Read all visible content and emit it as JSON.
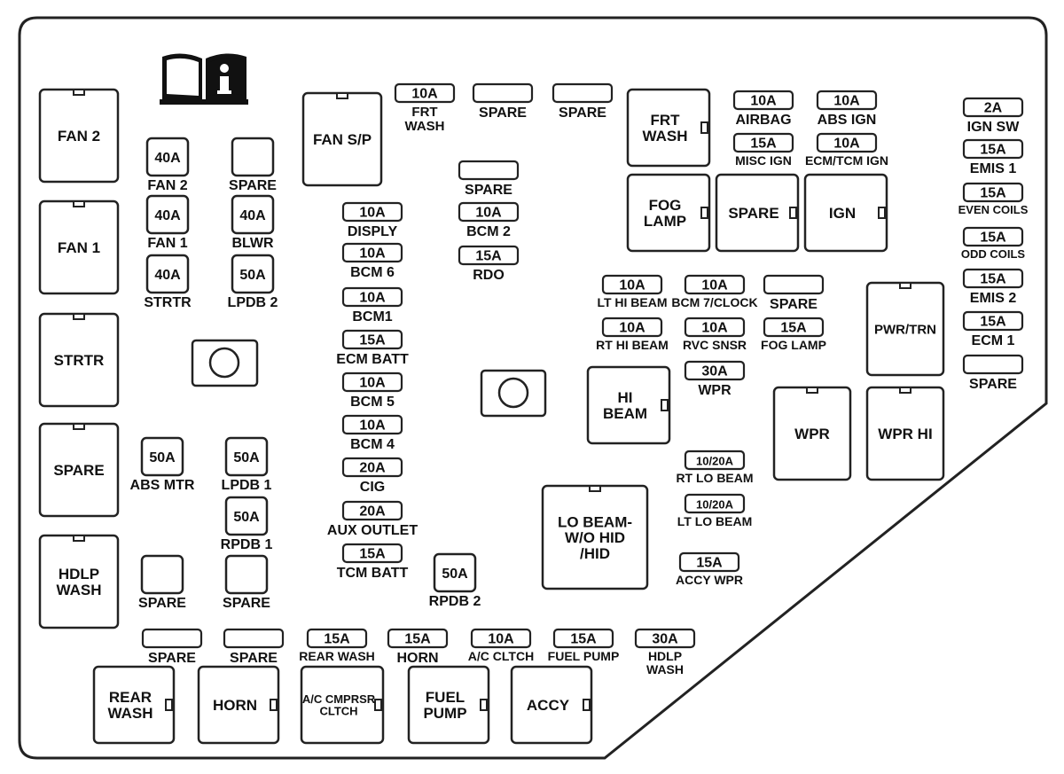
{
  "relays": [
    {
      "id": "fan2",
      "lines": [
        "FAN 2"
      ]
    },
    {
      "id": "fan1",
      "lines": [
        "FAN 1"
      ]
    },
    {
      "id": "strtr",
      "lines": [
        "STRTR"
      ]
    },
    {
      "id": "spare",
      "lines": [
        "SPARE"
      ]
    },
    {
      "id": "hdlp_wash",
      "lines": [
        "HDLP",
        "WASH"
      ]
    },
    {
      "id": "fan_sp",
      "lines": [
        "FAN S/P"
      ]
    },
    {
      "id": "frt_wash",
      "lines": [
        "FRT",
        "WASH"
      ]
    },
    {
      "id": "fog_lamp",
      "lines": [
        "FOG",
        "LAMP"
      ]
    },
    {
      "id": "spare_mid",
      "lines": [
        "SPARE"
      ]
    },
    {
      "id": "ign",
      "lines": [
        "IGN"
      ]
    },
    {
      "id": "pwr_trn",
      "lines": [
        "PWR/TRN"
      ]
    },
    {
      "id": "hi_beam",
      "lines": [
        "HI",
        "BEAM"
      ]
    },
    {
      "id": "wpr",
      "lines": [
        "WPR"
      ]
    },
    {
      "id": "wpr_hi",
      "lines": [
        "WPR HI"
      ]
    },
    {
      "id": "lo_beam",
      "lines": [
        "LO BEAM-",
        "W/O HID",
        "/HID"
      ]
    },
    {
      "id": "rear_wash",
      "lines": [
        "REAR",
        "WASH"
      ]
    },
    {
      "id": "horn",
      "lines": [
        "HORN"
      ]
    },
    {
      "id": "ac_cmprsr",
      "lines": [
        "A/C CMPRSR",
        "CLTCH"
      ]
    },
    {
      "id": "fuel_pump",
      "lines": [
        "FUEL",
        "PUMP"
      ]
    },
    {
      "id": "accy",
      "lines": [
        "ACCY"
      ]
    }
  ],
  "square_fuses": [
    {
      "id": "sq_fan2",
      "rating": "40A",
      "label": "FAN 2"
    },
    {
      "id": "sq_spare1",
      "rating": "",
      "label": "SPARE"
    },
    {
      "id": "sq_fan1",
      "rating": "40A",
      "label": "FAN 1"
    },
    {
      "id": "sq_blwr",
      "rating": "40A",
      "label": "BLWR"
    },
    {
      "id": "sq_strtr",
      "rating": "40A",
      "label": "STRTR"
    },
    {
      "id": "sq_lpdb2",
      "rating": "50A",
      "label": "LPDB 2"
    },
    {
      "id": "sq_abs_mtr",
      "rating": "50A",
      "label": "ABS MTR"
    },
    {
      "id": "sq_lpdb1",
      "rating": "50A",
      "label": "LPDB 1"
    },
    {
      "id": "sq_rpdb1",
      "rating": "50A",
      "label": "RPDB 1"
    },
    {
      "id": "sq_spare2",
      "rating": "",
      "label": "SPARE"
    },
    {
      "id": "sq_spare3",
      "rating": "",
      "label": "SPARE"
    },
    {
      "id": "sq_rpdb2",
      "rating": "50A",
      "label": "RPDB 2"
    }
  ],
  "mini_fuses": [
    {
      "id": "frt_wash",
      "rating": "10A",
      "label": "FRT\nWASH"
    },
    {
      "id": "spare_t1",
      "rating": "",
      "label": "SPARE"
    },
    {
      "id": "spare_t2",
      "rating": "",
      "label": "SPARE"
    },
    {
      "id": "spare_c",
      "rating": "",
      "label": "SPARE"
    },
    {
      "id": "bcm2",
      "rating": "10A",
      "label": "BCM 2"
    },
    {
      "id": "rdo",
      "rating": "15A",
      "label": "RDO"
    },
    {
      "id": "disply",
      "rating": "10A",
      "label": "DISPLY"
    },
    {
      "id": "bcm6",
      "rating": "10A",
      "label": "BCM 6"
    },
    {
      "id": "bcm1",
      "rating": "10A",
      "label": "BCM1"
    },
    {
      "id": "ecm_batt",
      "rating": "15A",
      "label": "ECM BATT"
    },
    {
      "id": "bcm5",
      "rating": "10A",
      "label": "BCM 5"
    },
    {
      "id": "bcm4",
      "rating": "10A",
      "label": "BCM 4"
    },
    {
      "id": "cig",
      "rating": "20A",
      "label": "CIG"
    },
    {
      "id": "aux_outlet",
      "rating": "20A",
      "label": "AUX OUTLET"
    },
    {
      "id": "tcm_batt",
      "rating": "15A",
      "label": "TCM BATT"
    },
    {
      "id": "airbag",
      "rating": "10A",
      "label": "AIRBAG"
    },
    {
      "id": "abs_ign",
      "rating": "10A",
      "label": "ABS IGN"
    },
    {
      "id": "misc_ign",
      "rating": "15A",
      "label": "MISC IGN"
    },
    {
      "id": "ecm_tcm_ign",
      "rating": "10A",
      "label": "ECM/TCM IGN"
    },
    {
      "id": "lt_hi_beam",
      "rating": "10A",
      "label": "LT HI BEAM"
    },
    {
      "id": "bcm7_clock",
      "rating": "10A",
      "label": "BCM 7/CLOCK"
    },
    {
      "id": "spare_r",
      "rating": "",
      "label": "SPARE"
    },
    {
      "id": "rt_hi_beam",
      "rating": "10A",
      "label": "RT HI BEAM"
    },
    {
      "id": "rvc_snsr",
      "rating": "10A",
      "label": "RVC SNSR"
    },
    {
      "id": "fog_lamp",
      "rating": "15A",
      "label": "FOG LAMP"
    },
    {
      "id": "wpr",
      "rating": "30A",
      "label": "WPR"
    },
    {
      "id": "rt_lo_beam",
      "rating": "10/20A",
      "label": "RT LO BEAM"
    },
    {
      "id": "lt_lo_beam",
      "rating": "10/20A",
      "label": "LT LO BEAM"
    },
    {
      "id": "accy_wpr",
      "rating": "15A",
      "label": "ACCY WPR"
    },
    {
      "id": "ign_sw",
      "rating": "2A",
      "label": "IGN SW"
    },
    {
      "id": "emis1",
      "rating": "15A",
      "label": "EMIS 1"
    },
    {
      "id": "even_coils",
      "rating": "15A",
      "label": "EVEN COILS"
    },
    {
      "id": "odd_coils",
      "rating": "15A",
      "label": "ODD COILS"
    },
    {
      "id": "emis2",
      "rating": "15A",
      "label": "EMIS 2"
    },
    {
      "id": "ecm1",
      "rating": "15A",
      "label": "ECM 1"
    },
    {
      "id": "spare_far",
      "rating": "",
      "label": "SPARE"
    },
    {
      "id": "spare_b1",
      "rating": "",
      "label": "SPARE"
    },
    {
      "id": "spare_b2",
      "rating": "",
      "label": "SPARE"
    },
    {
      "id": "rear_wash",
      "rating": "15A",
      "label": "REAR WASH"
    },
    {
      "id": "horn",
      "rating": "15A",
      "label": "HORN"
    },
    {
      "id": "ac_cltch",
      "rating": "10A",
      "label": "A/C CLTCH"
    },
    {
      "id": "fuel_pump",
      "rating": "15A",
      "label": "FUEL PUMP"
    },
    {
      "id": "hdlp_wash",
      "rating": "30A",
      "label": "HDLP\nWASH"
    }
  ]
}
